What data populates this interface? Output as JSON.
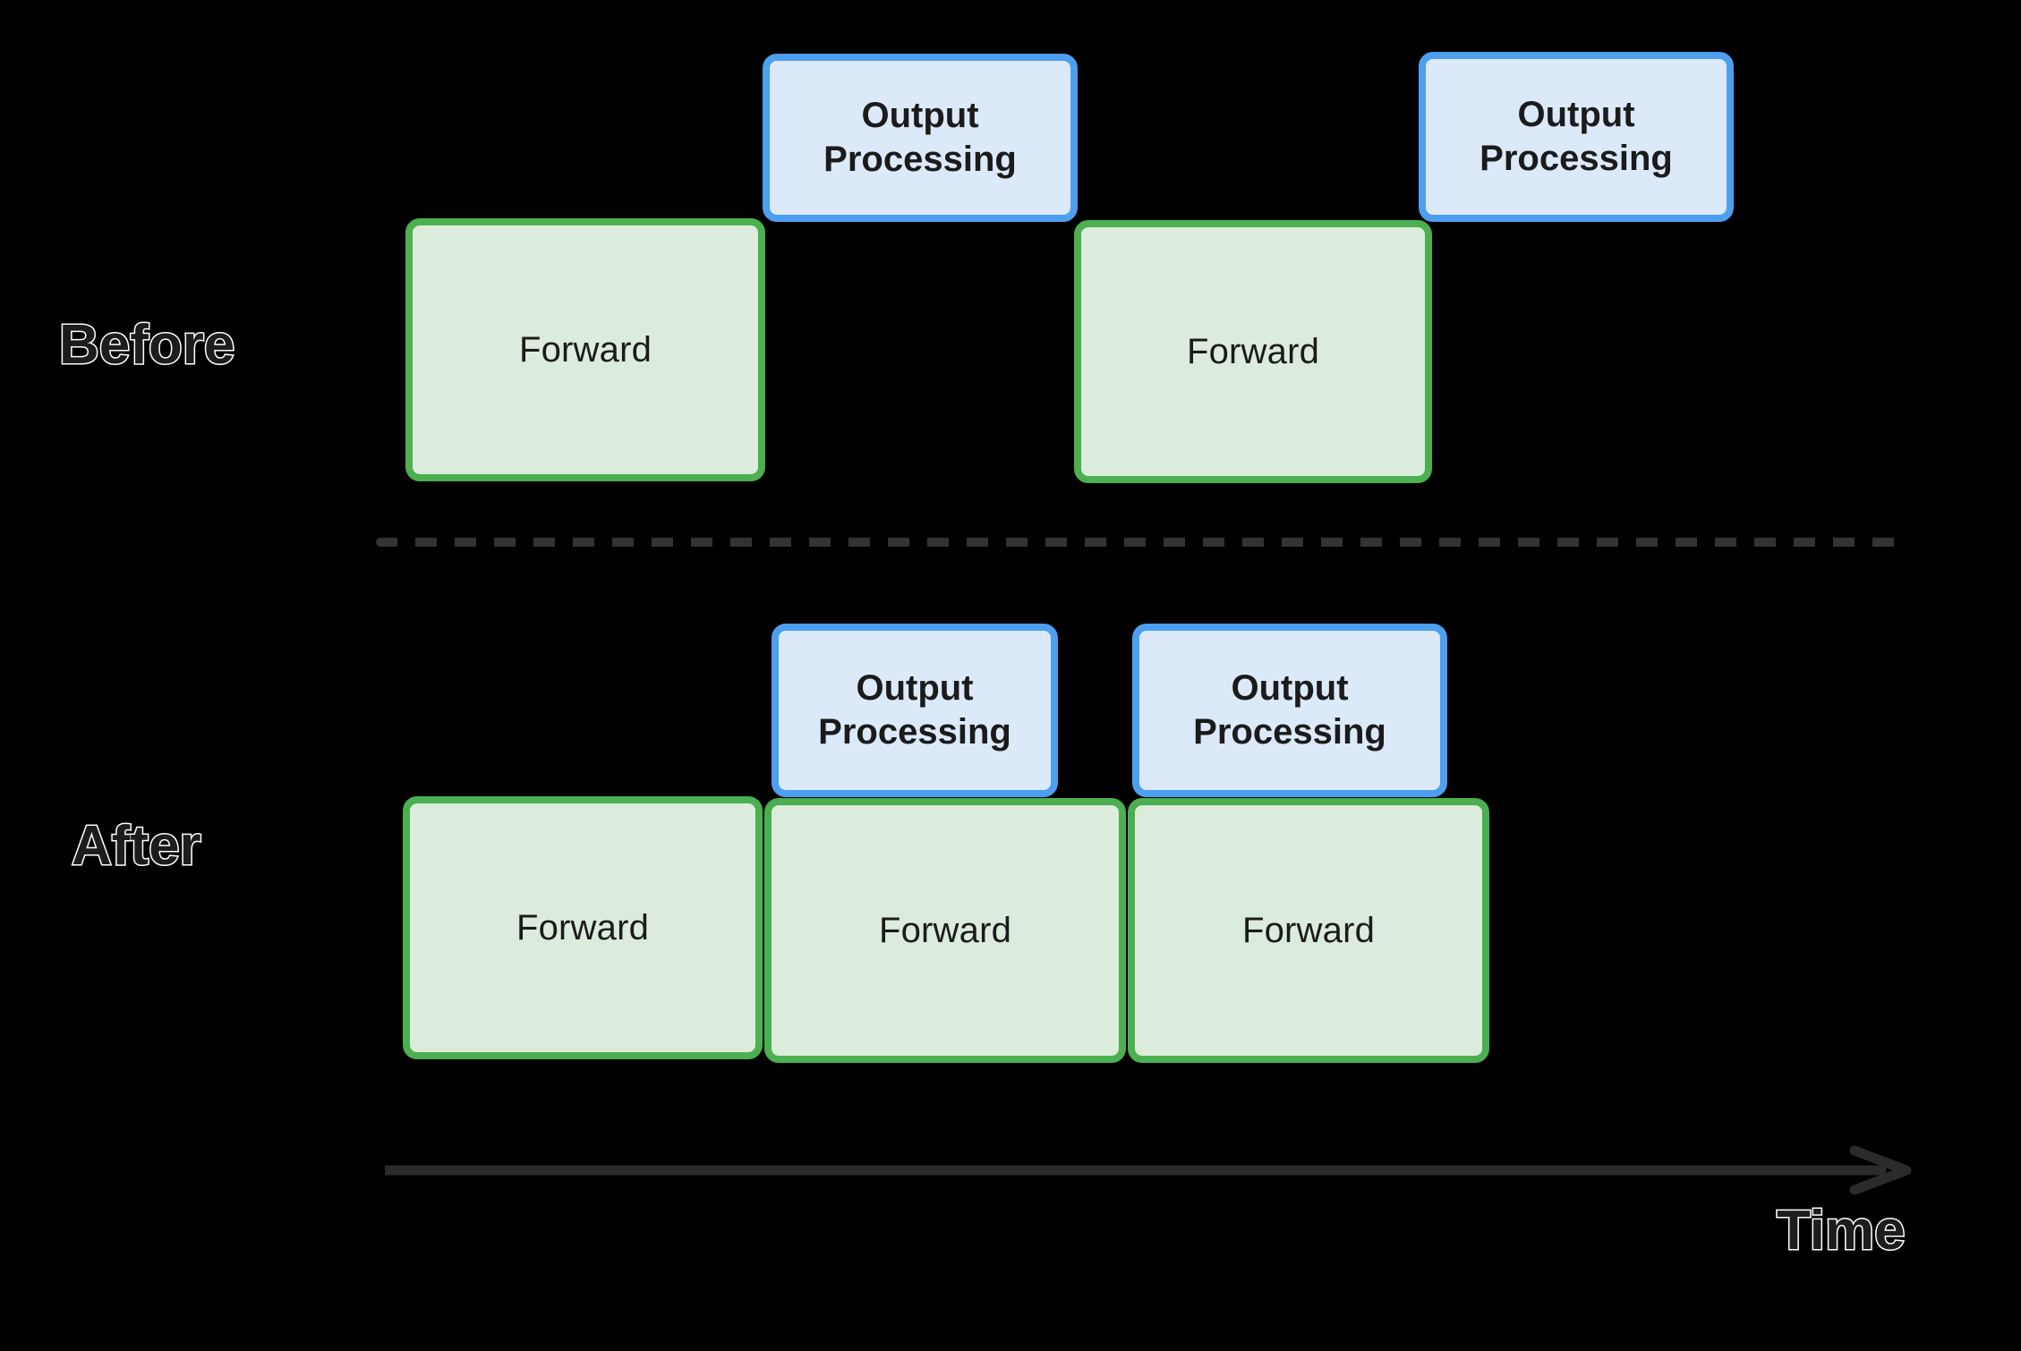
{
  "diagram": {
    "title_visible": false,
    "background_color": "#000000",
    "colors": {
      "forward_fill": "#dcecdc",
      "forward_border": "#4caf50",
      "output_fill": "#dce9f8",
      "output_border": "#4d9ff0",
      "divider": "#333333",
      "axis": "#2b2b2b",
      "label_fill": "#1d1d1d",
      "label_stroke": "#ffffff"
    },
    "rows": [
      {
        "id": "before",
        "label": "Before",
        "forward_blocks": [
          {
            "label": "Forward"
          },
          {
            "label": "Forward"
          }
        ],
        "output_blocks": [
          {
            "line1": "Output",
            "line2": "Processing"
          },
          {
            "line1": "Output",
            "line2": "Processing"
          }
        ]
      },
      {
        "id": "after",
        "label": "After",
        "forward_blocks": [
          {
            "label": "Forward"
          },
          {
            "label": "Forward"
          },
          {
            "label": "Forward"
          }
        ],
        "output_blocks": [
          {
            "line1": "Output",
            "line2": "Processing"
          },
          {
            "line1": "Output",
            "line2": "Processing"
          }
        ]
      }
    ],
    "axis": {
      "label": "Time",
      "direction": "right"
    }
  }
}
